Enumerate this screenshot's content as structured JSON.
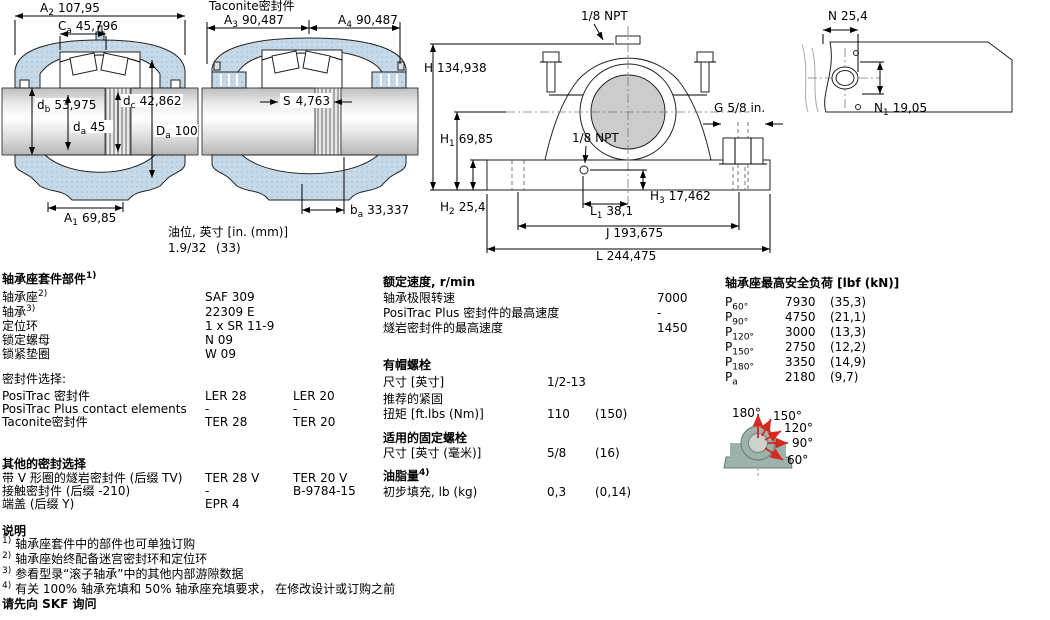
{
  "colors": {
    "housing_fill": "#c6d9e8",
    "housing_dot": "#9fbacd",
    "shaft_gray": "#d6d6d6",
    "load_arrow_red": "#d6281e",
    "load_body": "#9eb2ac"
  },
  "drawings": {
    "front_section": {
      "a2": {
        "sym": "A",
        "sub": "2",
        "val": "107,95"
      },
      "ca": {
        "sym": "C",
        "sub": "a",
        "val": "45,796"
      },
      "db": {
        "sym": "d",
        "sub": "b",
        "val": "53,975"
      },
      "dc": {
        "sym": "d",
        "sub": "c",
        "val": "42,862"
      },
      "da": {
        "sym": "d",
        "sub": "a",
        "val": "45"
      },
      "Da": {
        "sym": "D",
        "sub": "a",
        "val": "100"
      },
      "a1": {
        "sym": "A",
        "sub": "1",
        "val": "69,85"
      }
    },
    "taconite_section": {
      "title": "Taconite密封件",
      "a3": {
        "sym": "A",
        "sub": "3",
        "val": "90,487"
      },
      "a4": {
        "sym": "A",
        "sub": "4",
        "val": "90,487"
      },
      "s": {
        "sym": "S",
        "val": "4,763"
      },
      "ba": {
        "sym": "b",
        "sub": "a",
        "val": "33,337"
      },
      "oil_label": "油位, 英寸 [in. (mm)]",
      "oil_val_in": "1.9/32",
      "oil_val_mm": "(33)"
    },
    "end_view": {
      "npt_top": "1/8 NPT",
      "npt_side": "1/8 NPT",
      "g": {
        "sym": "G",
        "val": "5/8 in."
      },
      "h": {
        "sym": "H",
        "val": "134,938"
      },
      "h1": {
        "sym": "H",
        "sub": "1",
        "val": "69,85"
      },
      "h2": {
        "sym": "H",
        "sub": "2",
        "val": "25,4"
      },
      "h3": {
        "sym": "H",
        "sub": "3",
        "val": "17,462"
      },
      "l1": {
        "sym": "L",
        "sub": "1",
        "val": "38,1"
      },
      "j": {
        "sym": "J",
        "val": "193,675"
      },
      "l": {
        "sym": "L",
        "val": "244,475"
      }
    },
    "base_plate_detail": {
      "n": {
        "sym": "N",
        "val": "25,4"
      },
      "n1": {
        "sym": "N",
        "sub": "1",
        "val": "19,05"
      }
    },
    "load_directions": {
      "angles": [
        "180°",
        "150°",
        "120°",
        "90°",
        "60°"
      ]
    }
  },
  "kit": {
    "header": {
      "label": "轴承座套件部件",
      "sup": "1)"
    },
    "components": [
      {
        "label": "轴承座",
        "sup": "2)",
        "value": "SAF 309"
      },
      {
        "label": "轴承",
        "sup": "3)",
        "value": "22309 E"
      },
      {
        "label": "定位环",
        "sup": "",
        "value": "1 x SR 11-9"
      },
      {
        "label": "锁定螺母",
        "sup": "",
        "value": "N 09"
      },
      {
        "label": "锁紧垫圈",
        "sup": "",
        "value": "W 09"
      }
    ],
    "seal_choice_header": "密封件选择:",
    "seal_rows": [
      {
        "label": "PosiTrac 密封件",
        "col1": "LER 28",
        "col2": "LER 20"
      },
      {
        "label": "PosiTrac Plus contact elements",
        "col1": "-",
        "col2": "-"
      },
      {
        "label": "Taconite密封件",
        "col1": "TER 28",
        "col2": "TER 20"
      }
    ],
    "other_header": "其他的密封选择",
    "other_rows": [
      {
        "label": "带 V 形圈的燧岩密封件 (后缀 TV)",
        "col1": "TER 28 V",
        "col2": "TER 20 V"
      },
      {
        "label": "接触密封件 (后缀 -210)",
        "col1": "-",
        "col2": "B-9784-15"
      },
      {
        "label": "端盖 (后缀 Y)",
        "col1": "EPR 4",
        "col2": ""
      }
    ]
  },
  "speeds": {
    "header": "额定速度, r/min",
    "rows": [
      {
        "label": "轴承极限转速",
        "value": "7000"
      },
      {
        "label": "PosiTrac Plus 密封件的最高速度",
        "value": "-"
      },
      {
        "label": "燧岩密封件的最高速度",
        "value": "1450"
      }
    ]
  },
  "cap_bolts": {
    "header": "有帽螺栓",
    "size_label": "尺寸 [英寸]",
    "size_value": "1/2-13",
    "tightening_label": "推荐的紧固",
    "torque_label": "扭矩 [ft.lbs (Nm)]",
    "torque_v1": "110",
    "torque_v2": "(150)"
  },
  "foundation_bolts": {
    "header": "适用的固定螺栓",
    "size_label": "尺寸 [英寸 (毫米)]",
    "size_v1": "5/8",
    "size_v2": "(16)"
  },
  "grease": {
    "header": {
      "label": "油脂量",
      "sup": "4)"
    },
    "fill_label": "初步填充, lb (kg)",
    "fill_v1": "0,3",
    "fill_v2": "(0,14)"
  },
  "loads": {
    "header": "轴承座最高安全负荷 [lbf (kN)]",
    "rows": [
      {
        "sym": "P",
        "sub": "60°",
        "v1": "7930",
        "v2": "(35,3)"
      },
      {
        "sym": "P",
        "sub": "90°",
        "v1": "4750",
        "v2": "(21,1)"
      },
      {
        "sym": "P",
        "sub": "120°",
        "v1": "3000",
        "v2": "(13,3)"
      },
      {
        "sym": "P",
        "sub": "150°",
        "v1": "2750",
        "v2": "(12,2)"
      },
      {
        "sym": "P",
        "sub": "180°",
        "v1": "3350",
        "v2": "(14,9)"
      },
      {
        "sym": "P",
        "sub": "a",
        "v1": "2180",
        "v2": "(9,7)"
      }
    ]
  },
  "notes": {
    "header": "说明",
    "items": [
      {
        "sup": "1)",
        "text": "轴承座套件中的部件也可单独订购"
      },
      {
        "sup": "2)",
        "text": "轴承座始终配备迷宫密封环和定位环"
      },
      {
        "sup": "3)",
        "text": "参看型录“滚子轴承”中的其他内部游隙数据"
      },
      {
        "sup": "4)",
        "text": "有关 100% 轴承充填和 50% 轴承座充填要求， 在修改设计或订购之前"
      }
    ],
    "footer": "请先向 SKF 询问"
  }
}
